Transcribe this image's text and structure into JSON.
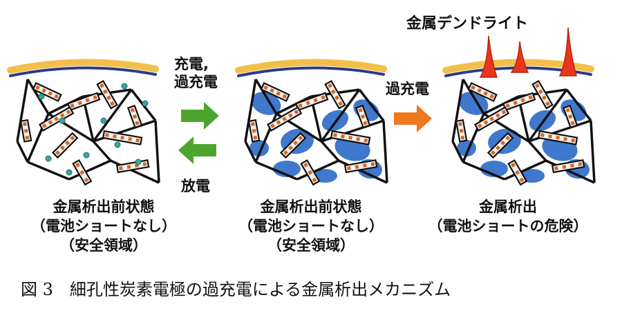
{
  "colors": {
    "separator": "#2c3a8c",
    "metal_foil": "#f2c04a",
    "electrode_outline": "#111111",
    "active_particle": "#3f78cc",
    "intercalant_ion": "#3aa59c",
    "chain_fill": "#f2f2f2",
    "chain_dot": "#d9661f",
    "arrow_green": "#4ea52e",
    "arrow_orange": "#f0781f",
    "dendrite": "#e8361c"
  },
  "labels": {
    "charge_lines": [
      "充電,",
      "過充電"
    ],
    "discharge": "放電",
    "overcharge": "過充電",
    "dendrite": "金属デンドライト"
  },
  "states": [
    {
      "lines": [
        "金属析出前状態",
        "（電池ショートなし）",
        "（安全領域）"
      ]
    },
    {
      "lines": [
        "金属析出前状態",
        "（電池ショートなし）",
        "（安全領域）"
      ]
    },
    {
      "lines": [
        "金属析出",
        "（電池ショートの危険）"
      ]
    }
  ],
  "caption": "図 3　細孔性炭素電極の過充電による金属析出メカニズム"
}
